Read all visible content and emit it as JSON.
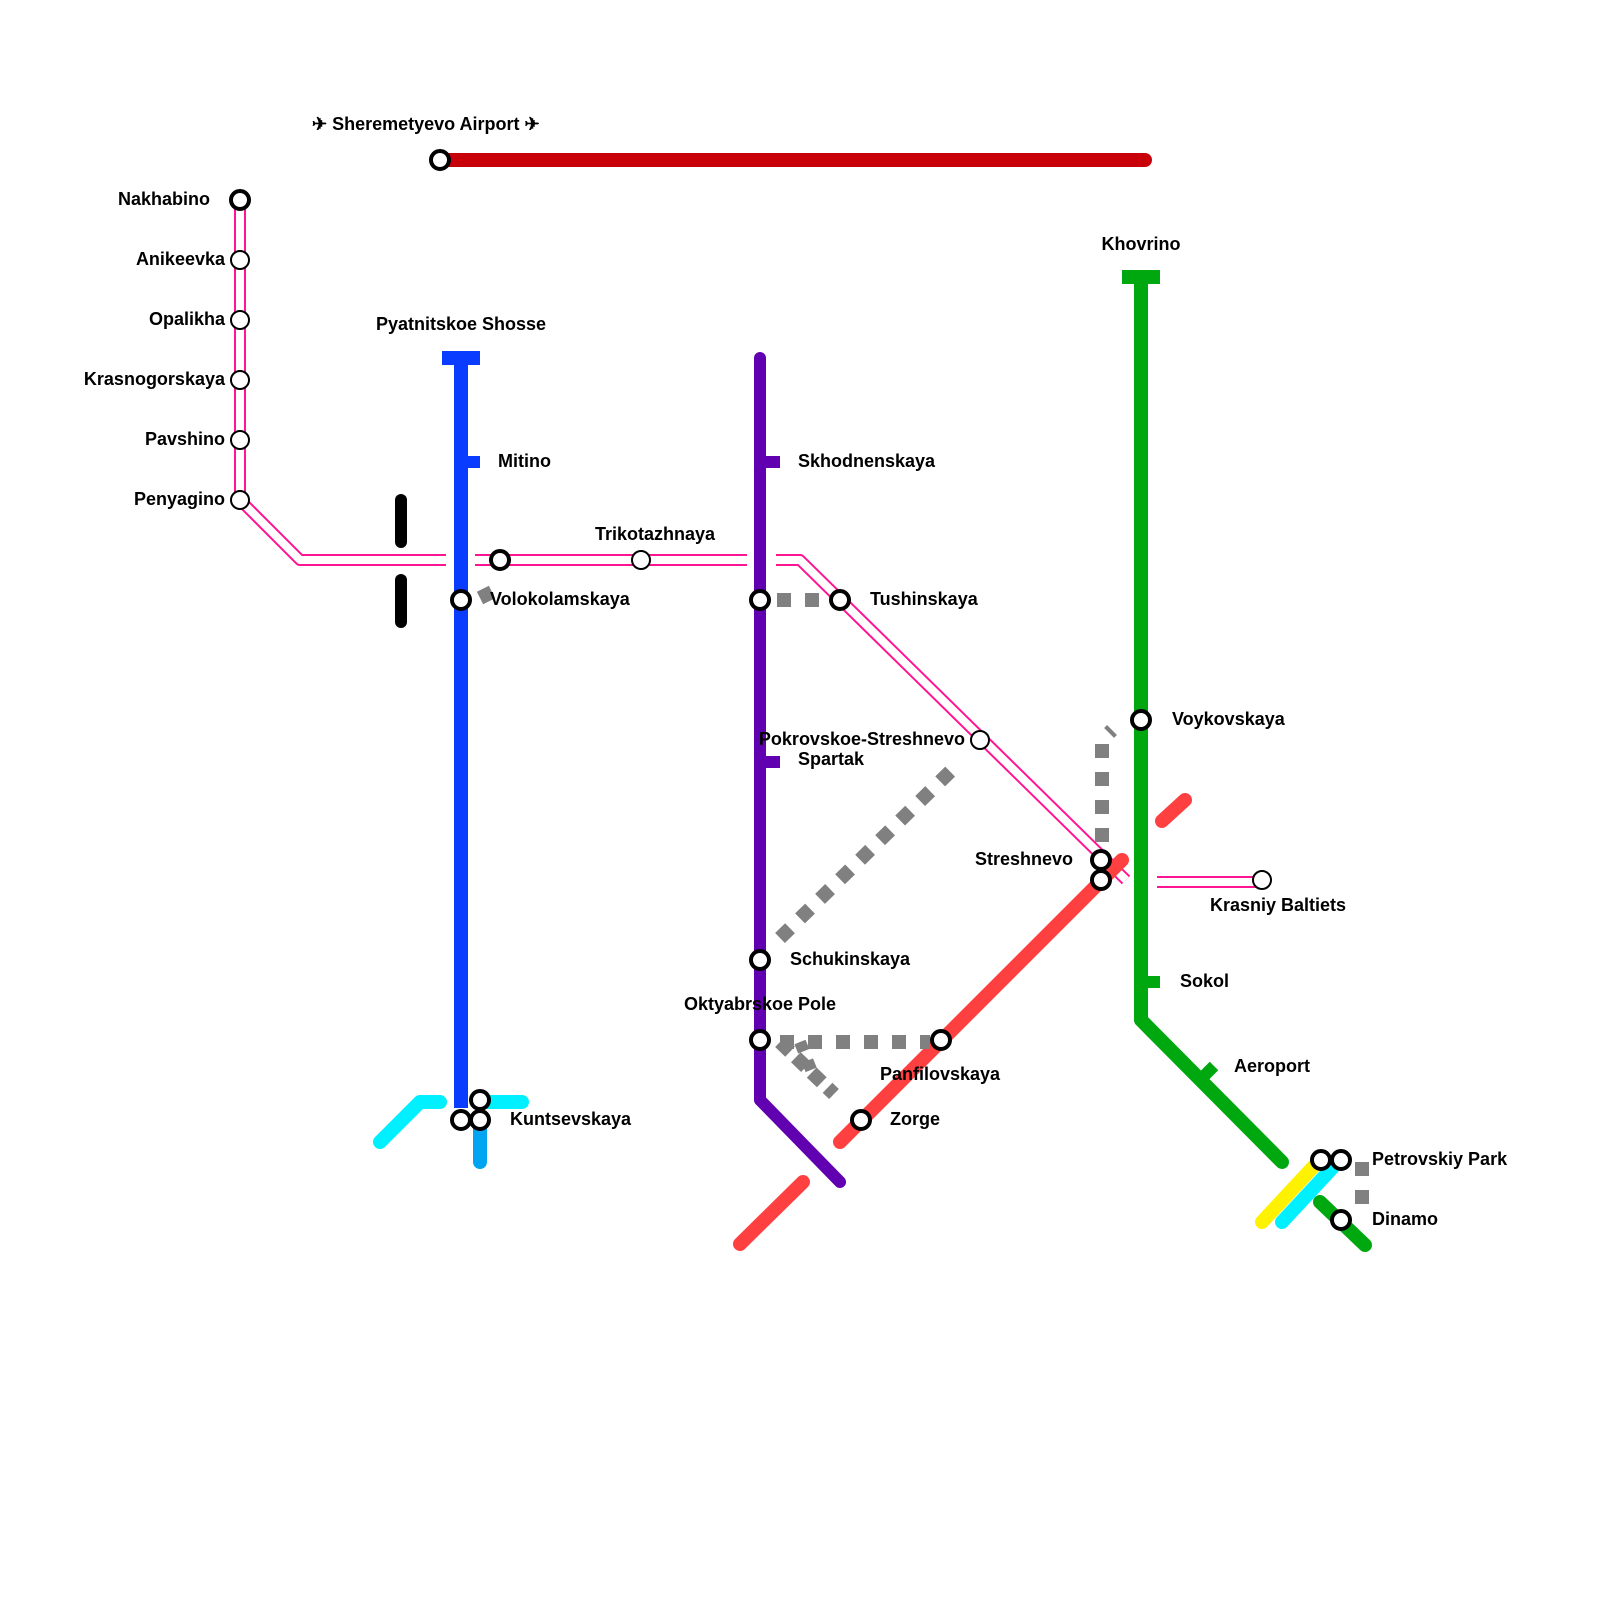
{
  "map": {
    "airport_label": "✈ Sheremetyevo Airport ✈",
    "colors": {
      "airport_line": "#c8000a",
      "mcd_pink": "#ff1493",
      "blue_line": "#0a3cff",
      "purple_line": "#6100b0",
      "green_line": "#00a80f",
      "red_line": "#ff4040",
      "cyan_line": "#00f0ff",
      "light_blue_line": "#00a4f0",
      "yellow_line": "#fff200",
      "transfer_gray": "#808080",
      "black_bar": "#000000"
    },
    "stations": {
      "nakhabino": "Nakhabino",
      "anikeevka": "Anikeevka",
      "opalikha": "Opalikha",
      "krasnogorskaya": "Krasnogorskaya",
      "pavshino": "Pavshino",
      "penyagino": "Penyagino",
      "pyatnitskoe": "Pyatnitskoe Shosse",
      "mitino": "Mitino",
      "volokolamskaya": "Volokolamskaya",
      "trikotazhnaya": "Trikotazhnaya",
      "kuntsevskaya": "Kuntsevskaya",
      "skhodnenskaya": "Skhodnenskaya",
      "tushinskaya": "Tushinskaya",
      "pokrovskoe": "Pokrovskoe-Streshnevo",
      "spartak": "Spartak",
      "schukinskaya": "Schukinskaya",
      "oktyabrskoe": "Oktyabrskoe Pole",
      "panfilovskaya": "Panfilovskaya",
      "zorge": "Zorge",
      "khovrino": "Khovrino",
      "voykovskaya": "Voykovskaya",
      "streshnevo": "Streshnevo",
      "krasniy": "Krasniy Baltiets",
      "sokol": "Sokol",
      "aeroport": "Aeroport",
      "petrovskiy": "Petrovskiy Park",
      "dinamo": "Dinamo"
    }
  }
}
